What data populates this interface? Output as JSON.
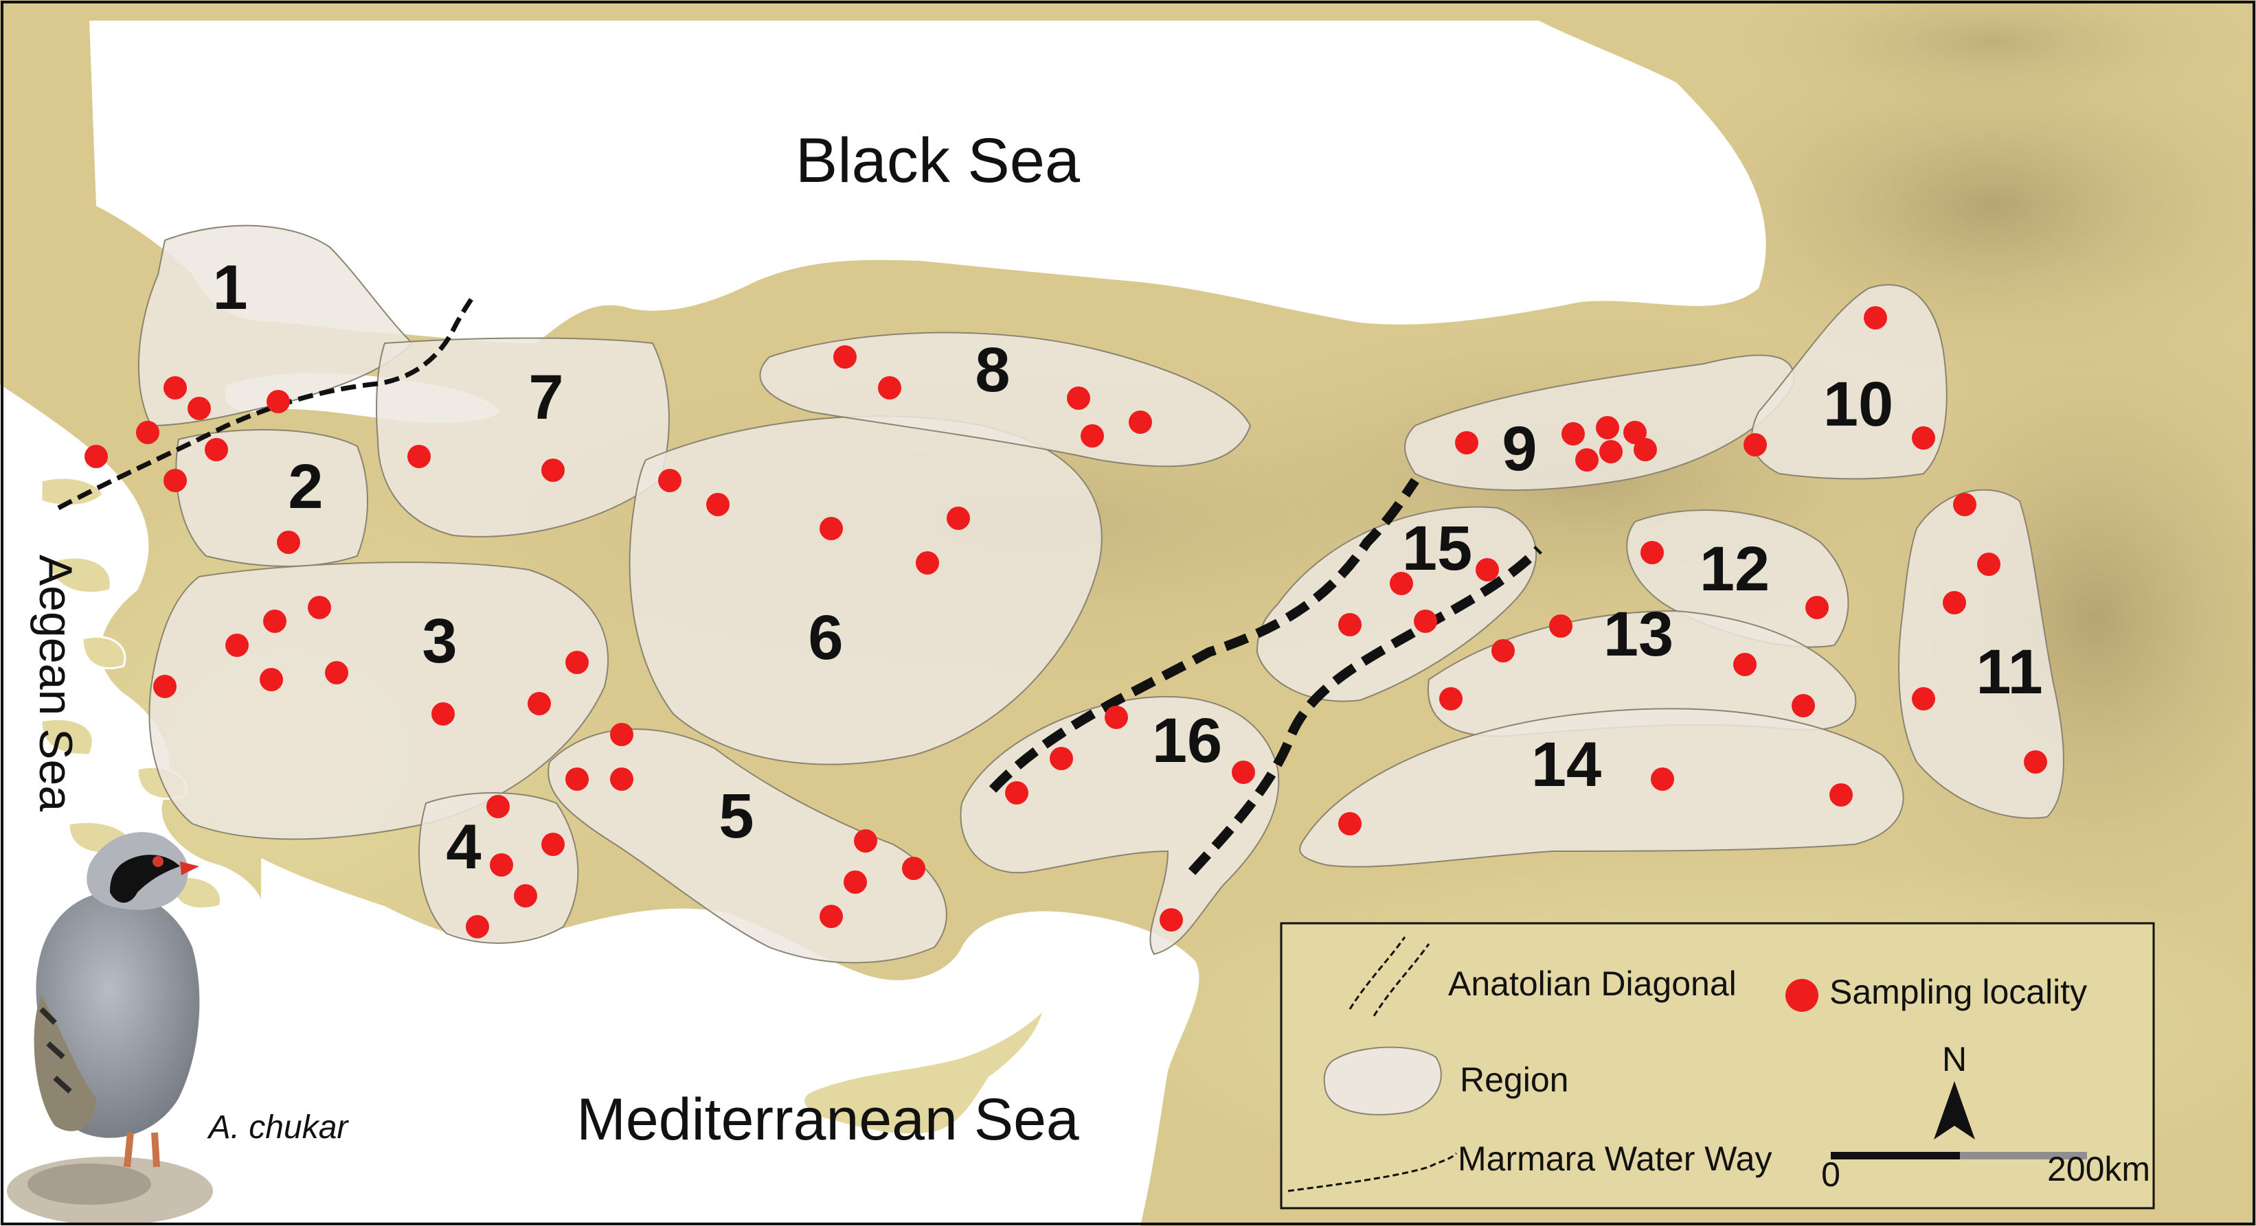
{
  "seas": {
    "black_sea": "Black Sea",
    "mediterranean_sea": "Mediterranean Sea",
    "aegean_sea": "Aegean Sea"
  },
  "regions": [
    "1",
    "2",
    "3",
    "4",
    "5",
    "6",
    "7",
    "8",
    "9",
    "10",
    "11",
    "12",
    "13",
    "14",
    "15",
    "16"
  ],
  "legend": {
    "anatolian_diagonal": "Anatolian Diagonal",
    "sampling_locality": "Sampling locality",
    "region": "Region",
    "marmara_water_way": "Marmara Water Way",
    "north_arrow": "N",
    "scale_start": "0",
    "scale_end": "200km"
  },
  "species_caption": "A. chukar",
  "colors": {
    "land": "#d9c98f",
    "land_mid": "#cdb97c",
    "land_dark": "#9a8a63",
    "land_light": "#e9e0a6",
    "sea": "#ffffff",
    "region_fill": "#ece6de",
    "sample_point": "#ee1c1c",
    "diagonal_line": "#111111"
  },
  "icons": {
    "sampling_point": "red-dot-icon",
    "north_arrow": "north-arrow-icon",
    "bird": "chukar-partridge-icon"
  }
}
